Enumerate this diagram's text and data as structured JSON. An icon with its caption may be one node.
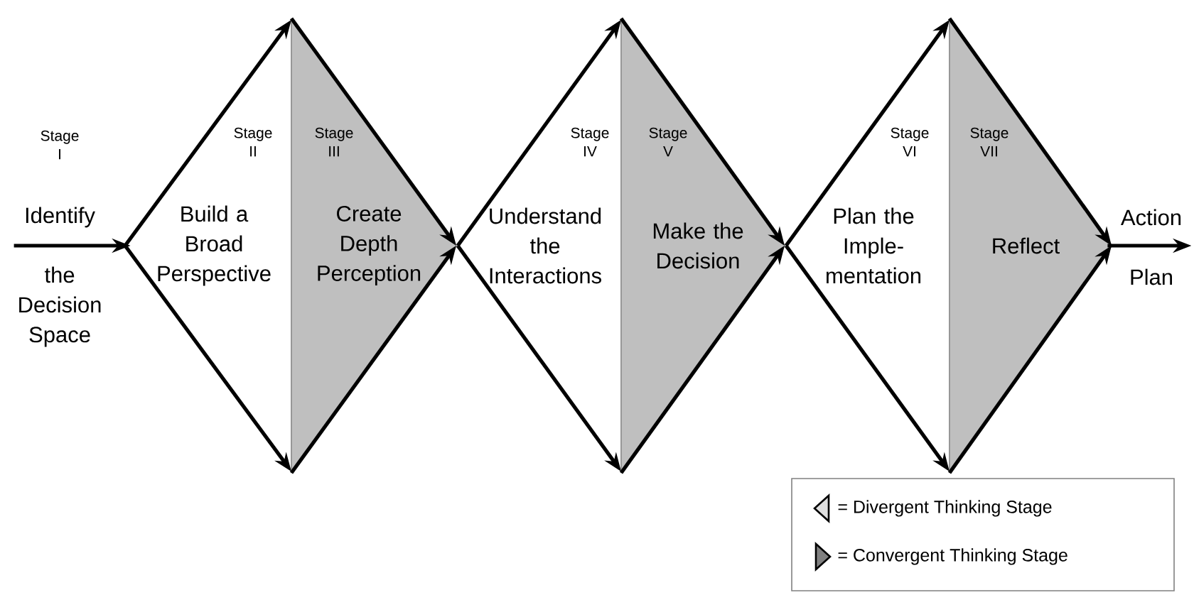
{
  "diagram": {
    "nodes": [
      {
        "text": [
          "Stage I",
          "Identify",
          "the Decision Space"
        ]
      },
      {
        "text": [
          "Stage II",
          "Build a Broad Perspective"
        ]
      },
      {
        "text": [
          "Stage III",
          "Create Depth Perception"
        ]
      },
      {
        "text": [
          "Stage IV",
          "Understand the Interactions"
        ]
      },
      {
        "text": [
          "Stage V",
          "Make the Decision"
        ]
      },
      {
        "text": [
          "Stage VI",
          "Plan the Imple- mentation"
        ]
      },
      {
        "text": [
          "Stage VII",
          "Reflect"
        ]
      },
      {
        "text": [
          "Action",
          "Plan"
        ]
      }
    ],
    "edges": [
      {
        "from": 0,
        "to": 1,
        "arrow": "to"
      },
      {
        "from": 6,
        "to": 7,
        "arrow": "to"
      }
    ],
    "legend": [
      {
        "text": "= Divergent Thinking Stage"
      },
      {
        "text": "= Convergent Thinking Stage"
      }
    ]
  }
}
